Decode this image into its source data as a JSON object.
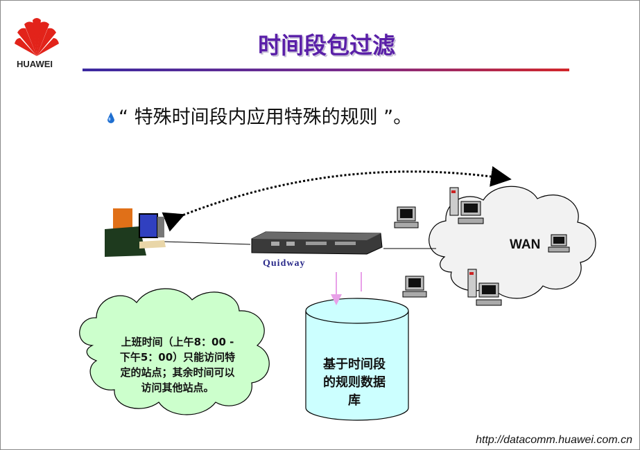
{
  "slide": {
    "logo_text": "HUAWEI",
    "title": "时间段包过滤",
    "bullet": "“ 特殊时间段内应用特殊的规则 ”。",
    "footer_url": "http://datacomm.huawei.com.cn"
  },
  "diagram": {
    "router_label": "Quidway",
    "wan_label": "WAN",
    "cloud_note": [
      "上班时间（上午8：00 -",
      "下午5：00）只能访问特",
      "定的站点；其余时间可以",
      "访问其他站点。"
    ],
    "database_label": [
      "基于时间段",
      "的规则数据",
      "库"
    ]
  },
  "colors": {
    "title": "#5a1fa8",
    "logo_red": "#e2231a",
    "cloud_fill": "#ccffcc",
    "database_fill": "#ccffff",
    "wan_cloud_fill": "#f2f2f2",
    "arrow_pink": "#e8a0e8",
    "bullet_blue": "#1f6fd0"
  },
  "icons": [
    "huawei-logo-icon",
    "water-drop-bullet-icon",
    "user-at-computer-icon",
    "router-icon",
    "desktop-computer-icon",
    "server-tower-icon",
    "double-arrow-icon",
    "database-cylinder-icon"
  ]
}
